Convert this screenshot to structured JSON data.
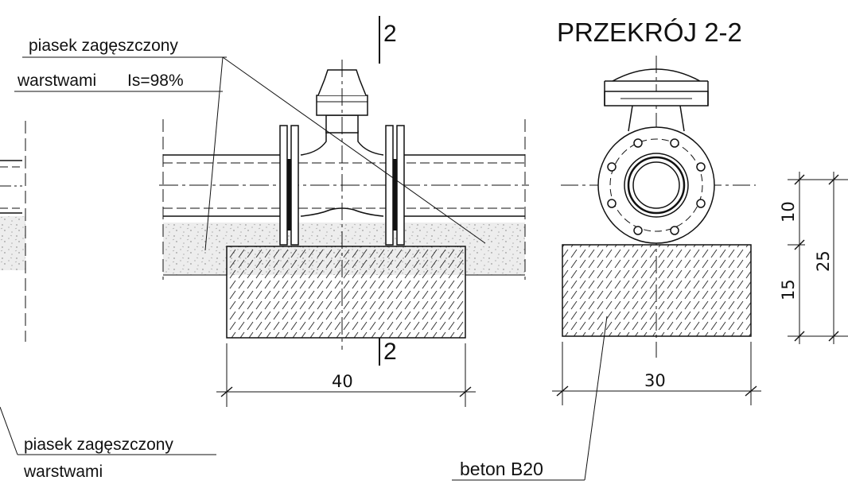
{
  "labels": {
    "sand_top_line1": "piasek zagęszczony",
    "sand_top_line2": "warstwami",
    "compaction": "Is=98%",
    "sand_bottom_line1": "piasek zagęszczony",
    "sand_bottom_line2": "warstwami",
    "concrete": "beton B20",
    "section_title": "PRZEKRÓJ 2-2",
    "section_mark_top": "2",
    "section_mark_bottom": "2"
  },
  "dimensions": {
    "block_width_long": "40",
    "block_width_section": "30",
    "height_upper": "10",
    "height_lower": "15",
    "height_total": "25"
  }
}
